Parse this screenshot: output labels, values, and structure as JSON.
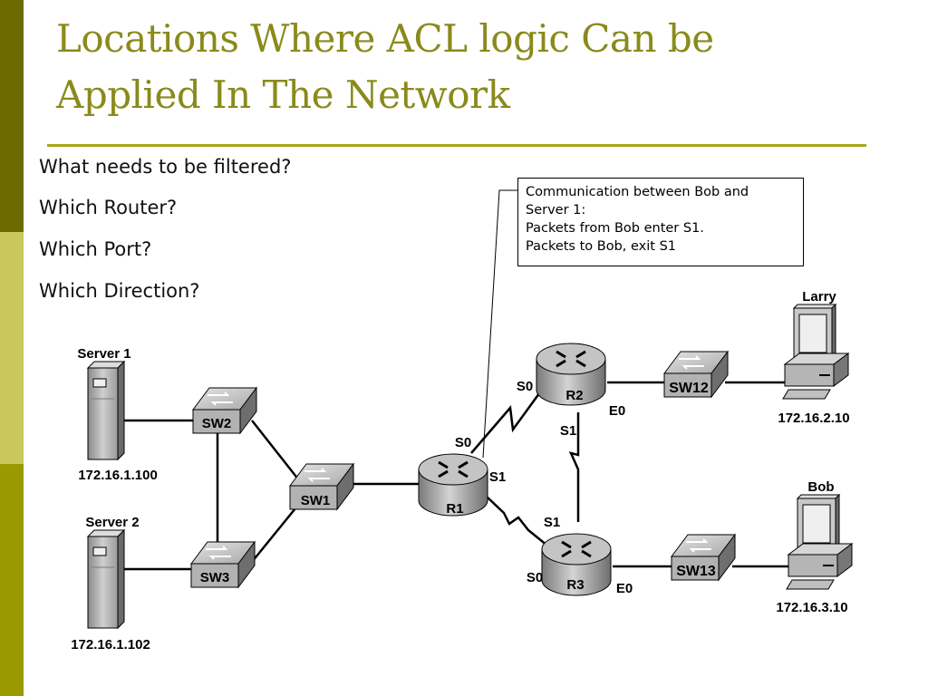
{
  "colors": {
    "title": "#8a8a1c",
    "rule": "#a6a61a",
    "sidebar_dark": "#6b6b00",
    "sidebar_light": "#c8c85c",
    "sidebar_mid": "#9a9a00",
    "device_gray": "#a9a9a9",
    "line": "#000000"
  },
  "slide": {
    "title_line1": "Locations Where ACL logic Can be",
    "title_line2": "Applied In The Network",
    "questions": [
      "What needs to be filtered?",
      "Which Router?",
      "Which Port?",
      "Which Direction?"
    ],
    "callout": {
      "line1": "Communication between Bob and",
      "line2": "Server 1:",
      "line3": "Packets from Bob enter S1.",
      "line4": "Packets to Bob, exit S1"
    }
  },
  "diagram": {
    "servers": [
      {
        "name": "Server 1",
        "ip": "172.16.1.100",
        "icon": "server-tower-icon"
      },
      {
        "name": "Server 2",
        "ip": "172.16.1.102",
        "icon": "server-tower-icon"
      }
    ],
    "hosts": [
      {
        "name": "Larry",
        "ip": "172.16.2.10",
        "icon": "workstation-icon"
      },
      {
        "name": "Bob",
        "ip": "172.16.3.10",
        "icon": "workstation-icon"
      }
    ],
    "switches": {
      "sw1": "SW1",
      "sw2": "SW2",
      "sw3": "SW3",
      "sw12": "SW12",
      "sw13": "SW13"
    },
    "routers": {
      "r1": "R1",
      "r2": "R2",
      "r3": "R3"
    },
    "ports": {
      "r1_s0": "S0",
      "r1_s1": "S1",
      "r2_s0": "S0",
      "r2_s1": "S1",
      "r2_e0": "E0",
      "r3_s0": "S0",
      "r3_s1": "S1",
      "r3_e0": "E0"
    }
  }
}
